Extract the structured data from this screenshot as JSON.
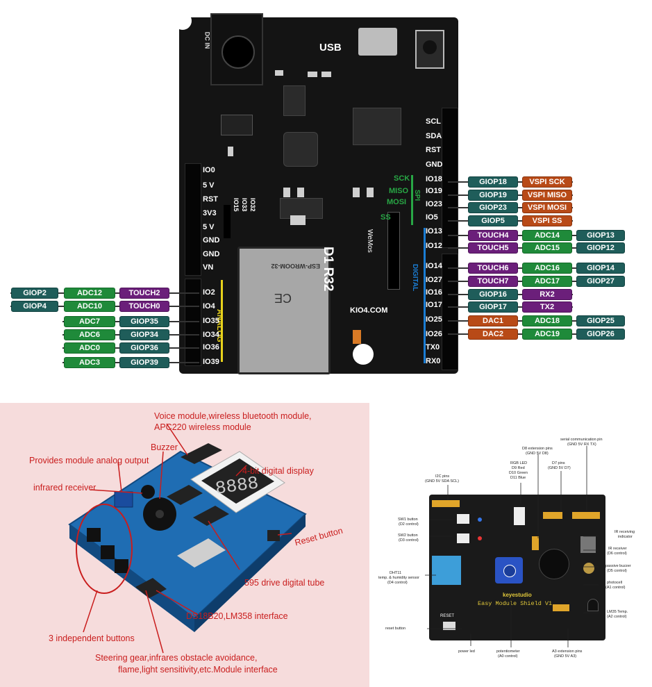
{
  "board": {
    "usb_label": "USB",
    "dc_label": "DC IN",
    "model_label": "D1 R32",
    "brand_label": "WeMos",
    "site_label": "KIO4.COM",
    "module_label": "ESP-WROOM-32",
    "analog_label": "ANALOG",
    "digital_label": "DIGITAL",
    "spi_label": "SPI",
    "spi_pins": [
      "SCK",
      "MISO",
      "MOSI",
      "SS"
    ],
    "small_vertical_pins": [
      "IO15",
      "IO33",
      "IO32"
    ],
    "left_pins": [
      "IO0",
      "5 V",
      "RST",
      "3V3",
      "5 V",
      "GND",
      "GND",
      "VN",
      "IO2",
      "IO4",
      "IO35",
      "IO34",
      "IO36",
      "IO39"
    ],
    "right_pins": [
      "SCL",
      "SDA",
      "RST",
      "GND",
      "IO18",
      "IO19",
      "IO23",
      "IO5",
      "IO13",
      "IO12",
      "IO14",
      "IO27",
      "IO16",
      "IO17",
      "IO25",
      "IO26",
      "TX0",
      "RX0"
    ]
  },
  "left_tags": [
    {
      "a": "GIOP2",
      "b": "ADC12",
      "c": "TOUCH2"
    },
    {
      "a": "GIOP4",
      "b": "ADC10",
      "c": "TOUCH0"
    },
    {
      "b": "ADC7",
      "c": "GIOP35"
    },
    {
      "b": "ADC6",
      "c": "GIOP34"
    },
    {
      "b": "ADC0",
      "c": "GIOP36"
    },
    {
      "b": "ADC3",
      "c": "GIOP39"
    }
  ],
  "right_tags": [
    {
      "a": "GIOP18",
      "b": "VSPI SCK"
    },
    {
      "a": "GIOP19",
      "b": "VSPI MISO"
    },
    {
      "a": "GIOP23",
      "b": "VSPI MOSI"
    },
    {
      "a": "GIOP5",
      "b": "VSPI SS"
    },
    {
      "a": "TOUCH4",
      "b": "ADC14",
      "c": "GIOP13"
    },
    {
      "a": "TOUCH5",
      "b": "ADC15",
      "c": "GIOP12"
    },
    {
      "a": "TOUCH6",
      "b": "ADC16",
      "c": "GIOP14"
    },
    {
      "a": "TOUCH7",
      "b": "ADC17",
      "c": "GIOP27"
    },
    {
      "a": "GIOP16",
      "b": "RX2"
    },
    {
      "a": "GIOP17",
      "b": "TX2"
    },
    {
      "a": "DAC1",
      "b": "ADC18",
      "c": "GIOP25"
    },
    {
      "a": "DAC2",
      "b": "ADC19",
      "c": "GIOP26"
    }
  ],
  "photo_labels": {
    "voice": "Voice module,wireless bluetooth module,",
    "voice2": "APC220 wireless module",
    "buzzer": "Buzzer",
    "analog": "Provides module analog output",
    "display": "4-bit digital display",
    "infrared": "infrared receiver",
    "reset": "Reset button",
    "tube": "595 drive digital tube",
    "ds18": "DS18B20,LM358 interface",
    "buttons": "3 independent buttons",
    "steering": "Steering gear,infrares obstacle avoidance,",
    "steering2": "flame,light sensitivity,etc.Module interface"
  },
  "shield_labels": {
    "serial": "serial communication pin",
    "serial2": "(GND 5V RX TX)",
    "d8": "D8 extension pins",
    "d8b": "(GND 5V D8)",
    "rgb": "RGB LED",
    "rgb2": "D9  Red",
    "rgb3": "D10 Green",
    "rgb4": "D11 Blue",
    "d7": "D7 pins",
    "d7b": "(GND 5V D7)",
    "i2c": "I2C  pins",
    "i2c2": "(GND 5V SDA SCL)",
    "sw1": "SW1 button",
    "sw1b": "(D2 control)",
    "sw2": "SW2 button",
    "sw2b": "(D3 control)",
    "ir_ind": "IR receiving",
    "ir_ind2": "indicator",
    "ir_rec": "IR receiver",
    "ir_rec2": "(D6 control)",
    "dht": "DHT11",
    "dht2": "temp. & humidity sensor",
    "dht3": "(D4 control)",
    "passive": "passive buzzer",
    "passive2": "(D5 control)",
    "photocell": "photocell",
    "photocell2": "(A1 control)",
    "lm35": "LM35 Temp.",
    "lm35b": "(A2 control)",
    "reset": "reset button",
    "power": "power led",
    "pot": "potentiometer",
    "pot2": "(A0 control)",
    "a3": "A3 extension pins",
    "a3b": "(GND 5V A3)",
    "brand": "keyestudio",
    "title": "Easy Module Shield V1"
  },
  "colors": {
    "green": "#1f8a3a",
    "teal": "#1f5d5a",
    "purple": "#6b1f7a",
    "orange": "#b84a17",
    "annotation_red": "#c91d1d"
  }
}
